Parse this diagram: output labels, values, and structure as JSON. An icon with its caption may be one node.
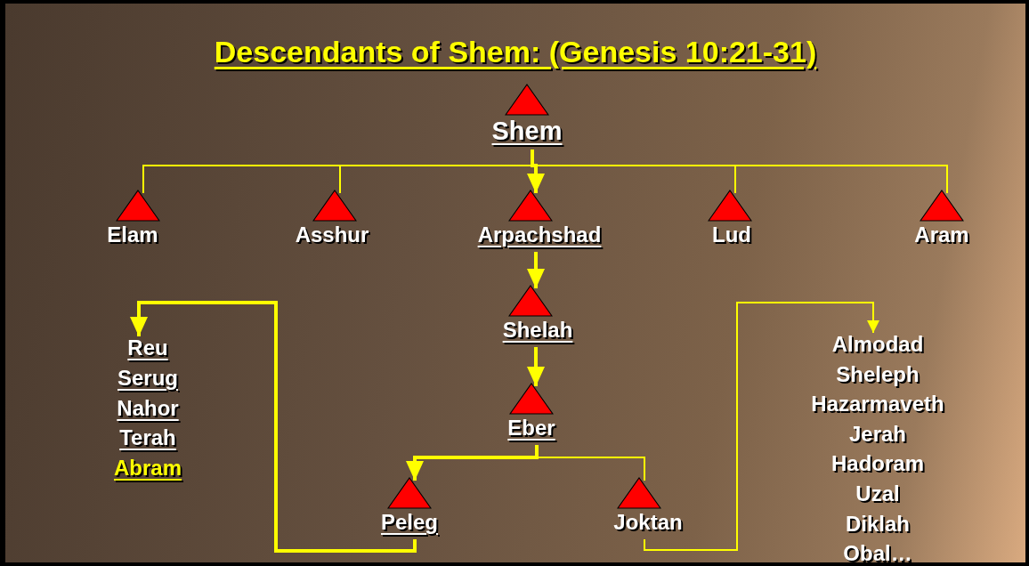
{
  "diagram": {
    "title": "Descendants of Shem: (Genesis 10:21-31)",
    "nodes": [
      {
        "text": [
          "Shem"
        ]
      },
      {
        "text": [
          "Elam"
        ]
      },
      {
        "text": [
          "Asshur"
        ]
      },
      {
        "text": [
          "Arpachshad"
        ]
      },
      {
        "text": [
          "Lud"
        ]
      },
      {
        "text": [
          "Aram"
        ]
      },
      {
        "text": [
          "Shelah"
        ]
      },
      {
        "text": [
          "Eber"
        ]
      },
      {
        "text": [
          "Peleg"
        ]
      },
      {
        "text": [
          "Joktan"
        ]
      },
      {
        "text": [
          "Reu",
          "Serug",
          "Nahor",
          "Terah",
          "Abram"
        ]
      },
      {
        "text": [
          "Almodad",
          "Sheleph",
          "Hazarmaveth",
          "Jerah",
          "Hadoram",
          "Uzal",
          "Diklah",
          "Obal…"
        ]
      }
    ],
    "edges": [
      {
        "from": 0,
        "to": 1,
        "arrow": "none"
      },
      {
        "from": 0,
        "to": 2,
        "arrow": "none"
      },
      {
        "from": 0,
        "to": 3,
        "arrow": "to",
        "style": "thick"
      },
      {
        "from": 0,
        "to": 4,
        "arrow": "none"
      },
      {
        "from": 0,
        "to": 5,
        "arrow": "none"
      },
      {
        "from": 3,
        "to": 6,
        "arrow": "to",
        "style": "thick"
      },
      {
        "from": 6,
        "to": 7,
        "arrow": "to",
        "style": "thick"
      },
      {
        "from": 7,
        "to": 8,
        "arrow": "to",
        "style": "thick"
      },
      {
        "from": 7,
        "to": 9,
        "arrow": "none"
      },
      {
        "from": 8,
        "to": 10,
        "arrow": "to",
        "style": "thick"
      },
      {
        "from": 9,
        "to": 11,
        "arrow": "to"
      }
    ]
  }
}
